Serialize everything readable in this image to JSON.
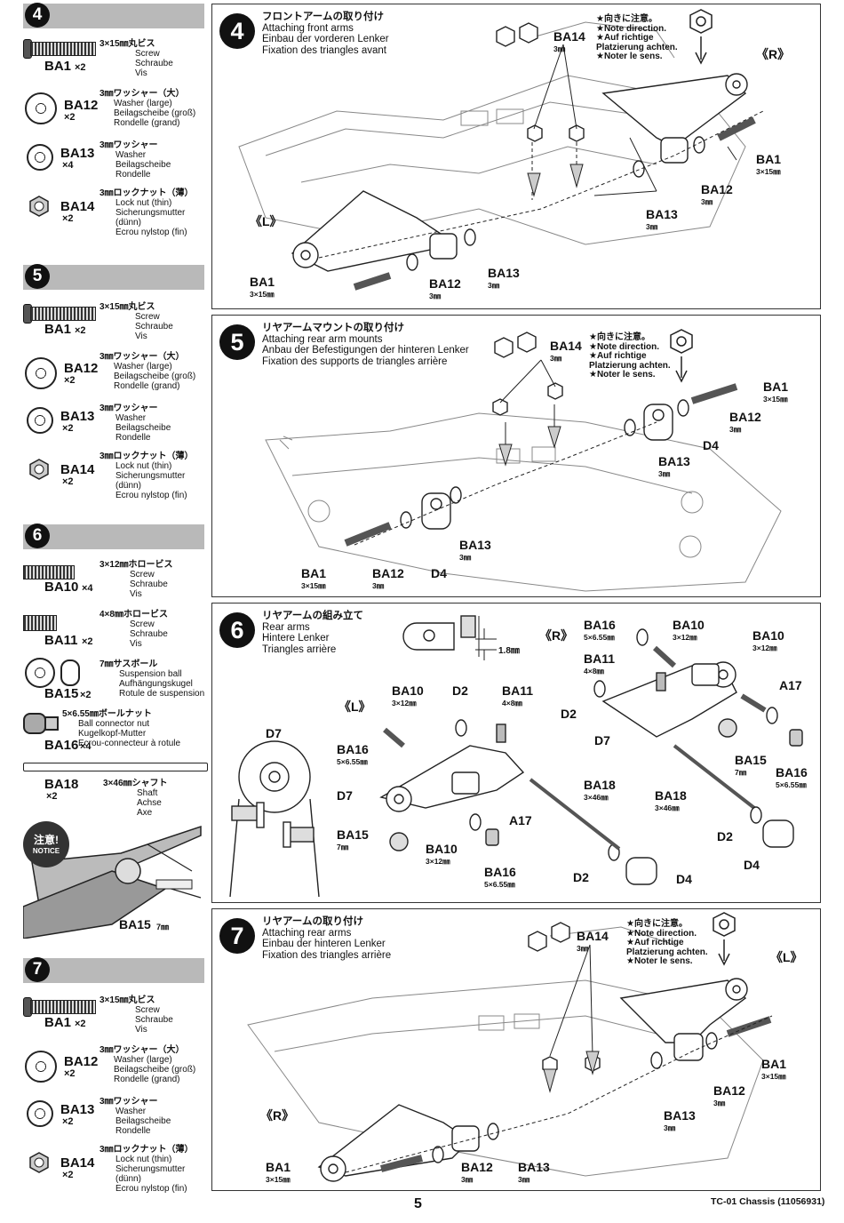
{
  "sidebar": {
    "s4": {
      "num": "4",
      "parts": [
        {
          "code": "BA1",
          "qty": "×2",
          "desc": [
            "3×15㎜丸ビス",
            "Screw",
            "Schraube",
            "Vis"
          ]
        },
        {
          "code": "BA12",
          "qty": "×2",
          "desc": [
            "3㎜ワッシャー（大）",
            "Washer (large)",
            "Beilagscheibe (groß)",
            "Rondelle (grand)"
          ]
        },
        {
          "code": "BA13",
          "qty": "×4",
          "desc": [
            "3㎜ワッシャー",
            "Washer",
            "Beilagscheibe",
            "Rondelle"
          ]
        },
        {
          "code": "BA14",
          "qty": "×2",
          "desc": [
            "3㎜ロックナット（薄）",
            "Lock nut (thin)",
            "Sicherungsmutter",
            "(dünn)",
            "Ecrou nylstop (fin)"
          ]
        }
      ]
    },
    "s5": {
      "num": "5",
      "parts": [
        {
          "code": "BA1",
          "qty": "×2",
          "desc": [
            "3×15㎜丸ビス",
            "Screw",
            "Schraube",
            "Vis"
          ]
        },
        {
          "code": "BA12",
          "qty": "×2",
          "desc": [
            "3㎜ワッシャー（大）",
            "Washer (large)",
            "Beilagscheibe (groß)",
            "Rondelle (grand)"
          ]
        },
        {
          "code": "BA13",
          "qty": "×2",
          "desc": [
            "3㎜ワッシャー",
            "Washer",
            "Beilagscheibe",
            "Rondelle"
          ]
        },
        {
          "code": "BA14",
          "qty": "×2",
          "desc": [
            "3㎜ロックナット（薄）",
            "Lock nut (thin)",
            "Sicherungsmutter",
            "(dünn)",
            "Ecrou nylstop (fin)"
          ]
        }
      ]
    },
    "s6": {
      "num": "6",
      "parts": [
        {
          "code": "BA10",
          "qty": "×4",
          "desc": [
            "3×12㎜ホロービス",
            "Screw",
            "Schraube",
            "Vis"
          ]
        },
        {
          "code": "BA11",
          "qty": "×2",
          "desc": [
            "4×8㎜ホロービス",
            "Screw",
            "Schraube",
            "Vis"
          ]
        },
        {
          "code": "BA15",
          "qty": "×2",
          "desc": [
            "7㎜サスボール",
            "Suspension ball",
            "Aufhängungskugel",
            "Rotule de suspension"
          ]
        },
        {
          "code": "BA16",
          "qty": "×4",
          "desc": [
            "5×6.55㎜ボールナット",
            "Ball connector nut",
            "Kugelkopf-Mutter",
            "Ecrou-connecteur à rotule"
          ]
        },
        {
          "code": "BA18",
          "qty": "×2",
          "desc": [
            "3×46㎜シャフト",
            "Shaft",
            "Achse",
            "Axe"
          ]
        }
      ],
      "notice": {
        "jp": "注意!",
        "en": "NOTICE",
        "label": "BA15",
        "size": "7㎜"
      }
    },
    "s7": {
      "num": "7",
      "parts": [
        {
          "code": "BA1",
          "qty": "×2",
          "desc": [
            "3×15㎜丸ビス",
            "Screw",
            "Schraube",
            "Vis"
          ]
        },
        {
          "code": "BA12",
          "qty": "×2",
          "desc": [
            "3㎜ワッシャー（大）",
            "Washer (large)",
            "Beilagscheibe (groß)",
            "Rondelle (grand)"
          ]
        },
        {
          "code": "BA13",
          "qty": "×2",
          "desc": [
            "3㎜ワッシャー",
            "Washer",
            "Beilagscheibe",
            "Rondelle"
          ]
        },
        {
          "code": "BA14",
          "qty": "×2",
          "desc": [
            "3㎜ロックナット（薄）",
            "Lock nut (thin)",
            "Sicherungsmutter",
            "(dünn)",
            "Ecrou nylstop (fin)"
          ]
        }
      ]
    }
  },
  "notes": {
    "direction": [
      "★向きに注意。",
      "★Note direction.",
      "★Auf richtige",
      "Platzierung achten.",
      "★Noter le sens."
    ]
  },
  "steps": {
    "s4": {
      "num": "4",
      "title": [
        "フロントアームの取り付け",
        "Attaching front arms",
        "Einbau der vorderen Lenker",
        "Fixation des triangles avant"
      ],
      "labels": {
        "ba14": "BA14",
        "ba14_size": "3㎜",
        "right": "《R》",
        "left": "《L》",
        "ba1_r": "BA1",
        "ba1_r_size": "3×15㎜",
        "ba12_r": "BA12",
        "ba12_r_size": "3㎜",
        "ba13_r": "BA13",
        "ba13_r_size": "3㎜",
        "ba1_l": "BA1",
        "ba1_l_size": "3×15㎜",
        "ba12_l": "BA12",
        "ba12_l_size": "3㎜",
        "ba13_l": "BA13",
        "ba13_l_size": "3㎜"
      }
    },
    "s5": {
      "num": "5",
      "title": [
        "リヤアームマウントの取り付け",
        "Attaching rear arm mounts",
        "Anbau der Befestigungen der hinteren Lenker",
        "Fixation des supports de triangles arrière"
      ],
      "labels": {
        "ba14": "BA14",
        "ba14_size": "3㎜",
        "ba1_r": "BA1",
        "ba1_r_size": "3×15㎜",
        "ba12_r": "BA12",
        "ba12_r_size": "3㎜",
        "d4_r": "D4",
        "ba13_r": "BA13",
        "ba13_r_size": "3㎜",
        "ba13_l": "BA13",
        "ba13_l_size": "3㎜",
        "ba1_l": "BA1",
        "ba1_l_size": "3×15㎜",
        "ba12_l": "BA12",
        "ba12_l_size": "3㎜",
        "d4_l": "D4"
      }
    },
    "s6": {
      "num": "6",
      "title": [
        "リヤアームの組み立て",
        "Rear arms",
        "Hintere Lenker",
        "Triangles arrière"
      ],
      "labels": {
        "gap": "1.8㎜",
        "right": "《R》",
        "left": "《L》",
        "d7_detail": "D7",
        "ba10_a": "BA10",
        "ba10_a_size": "3×12㎜",
        "d2_a": "D2",
        "ba11_a": "BA11",
        "ba11_a_size": "4×8㎜",
        "ba16_a": "BA16",
        "ba16_a_size": "5×6.55㎜",
        "d7_a": "D7",
        "ba15_a": "BA15",
        "ba15_a_size": "7㎜",
        "ba10_b": "BA10",
        "ba10_b_size": "3×12㎜",
        "a17_a": "A17",
        "ba16_b": "BA16",
        "ba16_b_size": "5×6.55㎜",
        "ba18_a": "BA18",
        "ba18_a_size": "3×46㎜",
        "d2_b": "D2",
        "d4_a": "D4",
        "ba16_c": "BA16",
        "ba16_c_size": "5×6.55㎜",
        "ba10_c": "BA10",
        "ba10_c_size": "3×12㎜",
        "ba10_d": "BA10",
        "ba10_d_size": "3×12㎜",
        "ba11_b": "BA11",
        "ba11_b_size": "4×8㎜",
        "d2_c": "D2",
        "a17_b": "A17",
        "d7_b": "D7",
        "ba15_b": "BA15",
        "ba15_b_size": "7㎜",
        "ba16_d": "BA16",
        "ba16_d_size": "5×6.55㎜",
        "ba18_b": "BA18",
        "ba18_b_size": "3×46㎜",
        "d2_d": "D2",
        "d4_b": "D4"
      }
    },
    "s7": {
      "num": "7",
      "title": [
        "リヤアームの取り付け",
        "Attaching rear arms",
        "Einbau der hinteren Lenker",
        "Fixation des triangles arrière"
      ],
      "labels": {
        "ba14": "BA14",
        "ba14_size": "3㎜",
        "left": "《L》",
        "right": "《R》",
        "ba1_r": "BA1",
        "ba1_r_size": "3×15㎜",
        "ba12_r": "BA12",
        "ba12_r_size": "3㎜",
        "ba13_r": "BA13",
        "ba13_r_size": "3㎜",
        "ba1_l": "BA1",
        "ba1_l_size": "3×15㎜",
        "ba12_l": "BA12",
        "ba12_l_size": "3㎜",
        "ba13_l": "BA13",
        "ba13_l_size": "3㎜"
      }
    }
  },
  "footer": {
    "page": "5",
    "doc": "TC-01 Chassis (11056931)"
  }
}
